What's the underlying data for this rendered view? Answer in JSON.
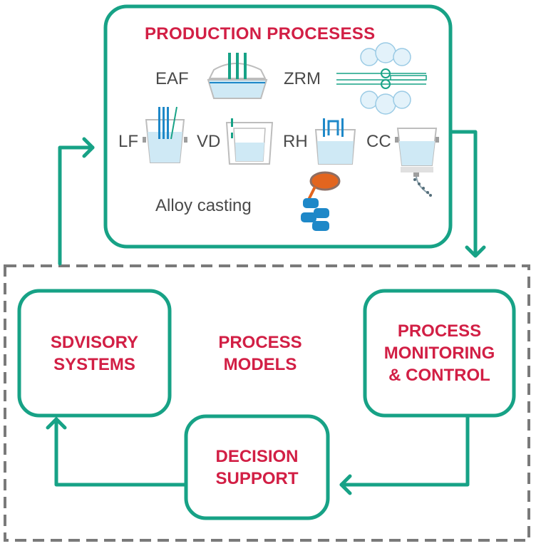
{
  "production": {
    "title": "PRODUCTION PROCESESS",
    "units": {
      "eaf": "EAF",
      "zrm": "ZRM",
      "lf": "LF",
      "vd": "VD",
      "rh": "RH",
      "cc": "CC",
      "alloy": "Alloy casting"
    }
  },
  "systems": {
    "advisory": {
      "line1": "SDVISORY",
      "line2": "SYSTEMS"
    },
    "models": {
      "line1": "PROCESS",
      "line2": "MODELS"
    },
    "monitoring": {
      "line1": "PROCESS",
      "line2": "MONITORING",
      "line3": "& CONTROL"
    },
    "decision": {
      "line1": "DECISION",
      "line2": "SUPPORT"
    }
  },
  "colors": {
    "green": "#17a286",
    "red": "#d21f45",
    "gray": "#7a7a7a",
    "light_blue": "#cfe9f5",
    "blue": "#1e88c8",
    "orange": "#e2651f"
  }
}
